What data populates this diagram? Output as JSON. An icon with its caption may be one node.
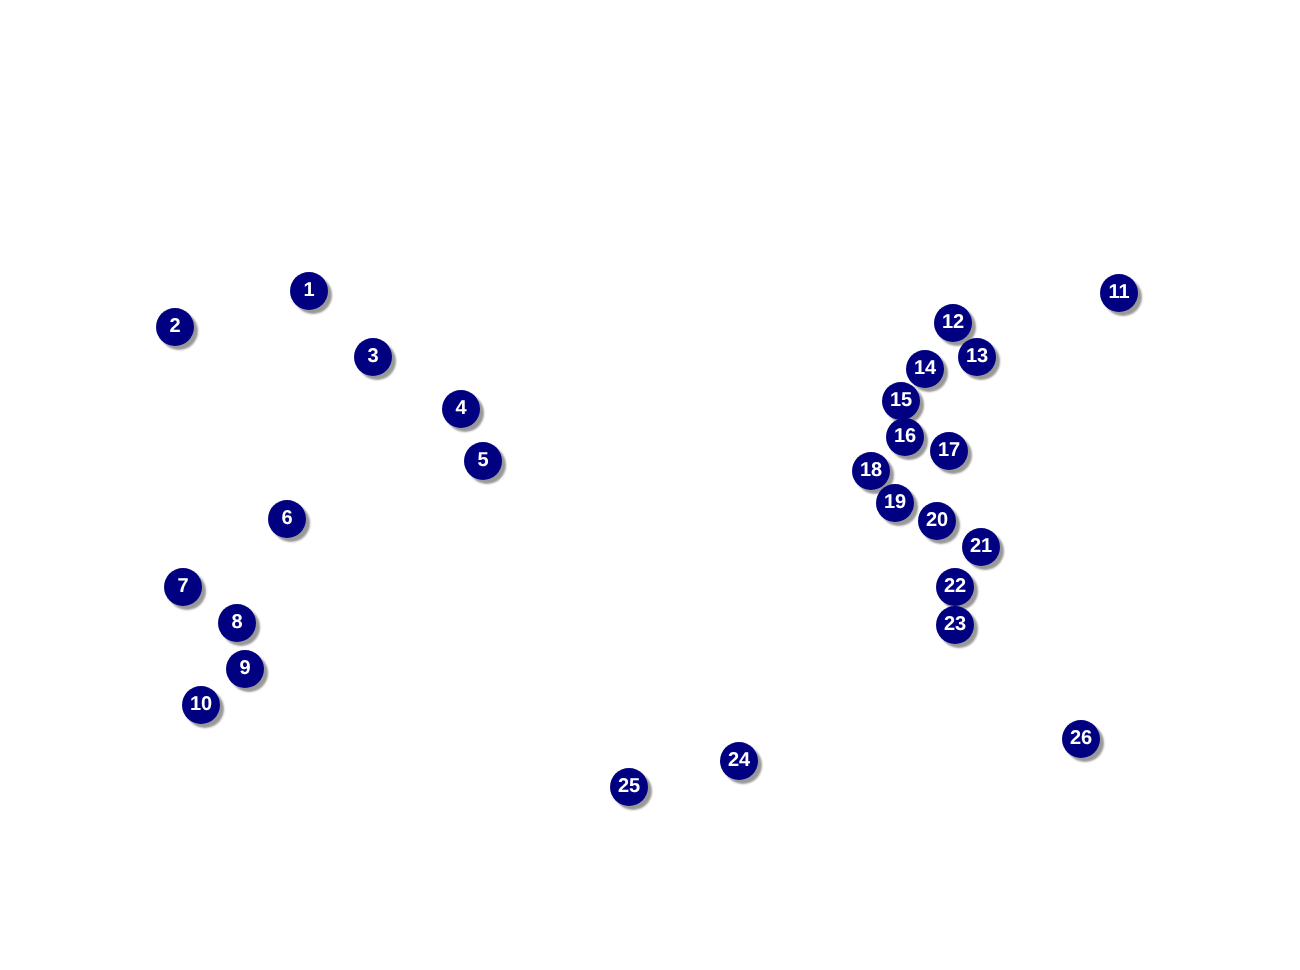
{
  "diagram": {
    "nodes": [
      {
        "text": [
          "1"
        ]
      },
      {
        "text": [
          "2"
        ]
      },
      {
        "text": [
          "3"
        ]
      },
      {
        "text": [
          "4"
        ]
      },
      {
        "text": [
          "5"
        ]
      },
      {
        "text": [
          "6"
        ]
      },
      {
        "text": [
          "7"
        ]
      },
      {
        "text": [
          "8"
        ]
      },
      {
        "text": [
          "9"
        ]
      },
      {
        "text": [
          "10"
        ]
      },
      {
        "text": [
          "11"
        ]
      },
      {
        "text": [
          "12"
        ]
      },
      {
        "text": [
          "13"
        ]
      },
      {
        "text": [
          "14"
        ]
      },
      {
        "text": [
          "15"
        ]
      },
      {
        "text": [
          "16"
        ]
      },
      {
        "text": [
          "17"
        ]
      },
      {
        "text": [
          "18"
        ]
      },
      {
        "text": [
          "19"
        ]
      },
      {
        "text": [
          "20"
        ]
      },
      {
        "text": [
          "21"
        ]
      },
      {
        "text": [
          "22"
        ]
      },
      {
        "text": [
          "23"
        ]
      },
      {
        "text": [
          "24"
        ]
      },
      {
        "text": [
          "25"
        ]
      },
      {
        "text": [
          "26"
        ]
      }
    ]
  }
}
